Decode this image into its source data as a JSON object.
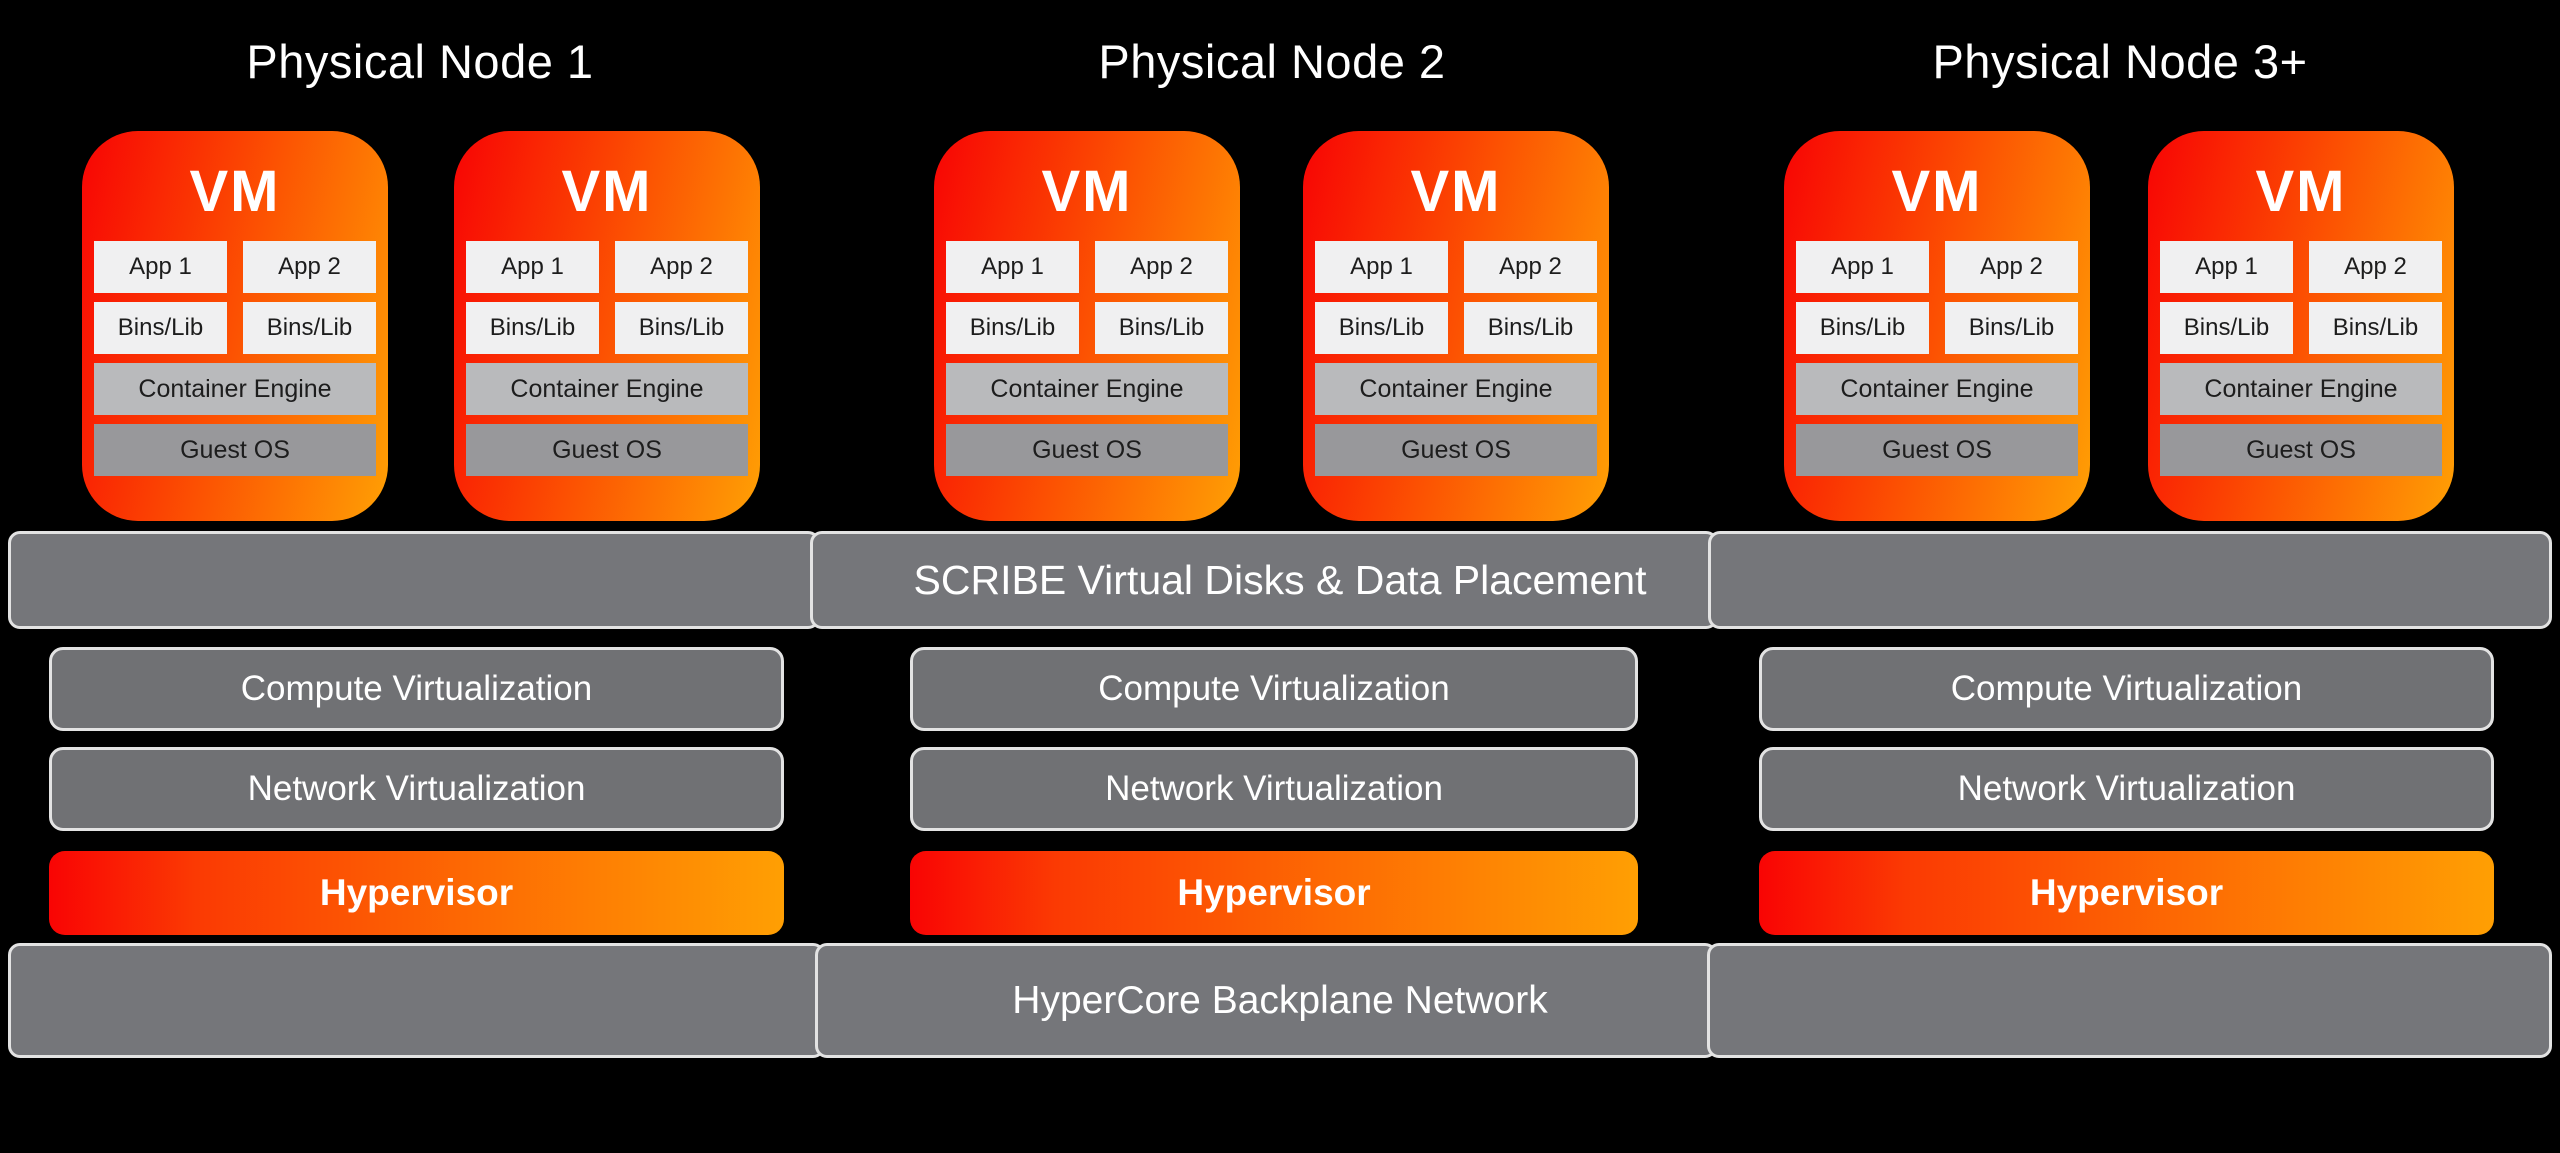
{
  "nodes": [
    {
      "title": "Physical Node 1"
    },
    {
      "title": "Physical Node 2"
    },
    {
      "title": "Physical Node 3+"
    }
  ],
  "vm": {
    "title": "VM",
    "apps": [
      "App 1",
      "App 2"
    ],
    "bins": [
      "Bins/Lib",
      "Bins/Lib"
    ],
    "container_engine": "Container Engine",
    "guest_os": "Guest OS"
  },
  "layers": {
    "scribe": "SCRIBE Virtual Disks & Data Placement",
    "compute": "Compute Virtualization",
    "network": "Network Virtualization",
    "hypervisor": "Hypervisor",
    "backplane": "HyperCore Backplane Network"
  },
  "colors": {
    "background": "#000000",
    "vm_gradient_start": "#f80404",
    "vm_gradient_end": "#ffa004",
    "hypervisor_gradient_start": "#f90404",
    "hypervisor_gradient_end": "#ff9f03",
    "gray_wide_bar": "#75767a",
    "gray_layer_bar": "#707174",
    "light_border": "#e3e3e3",
    "app_box": "#f0f0f1",
    "container_engine_bar": "#b9babc",
    "guest_os_bar": "#98989b",
    "text_light": "#ffffff",
    "text_dark": "#1d1d1d"
  }
}
